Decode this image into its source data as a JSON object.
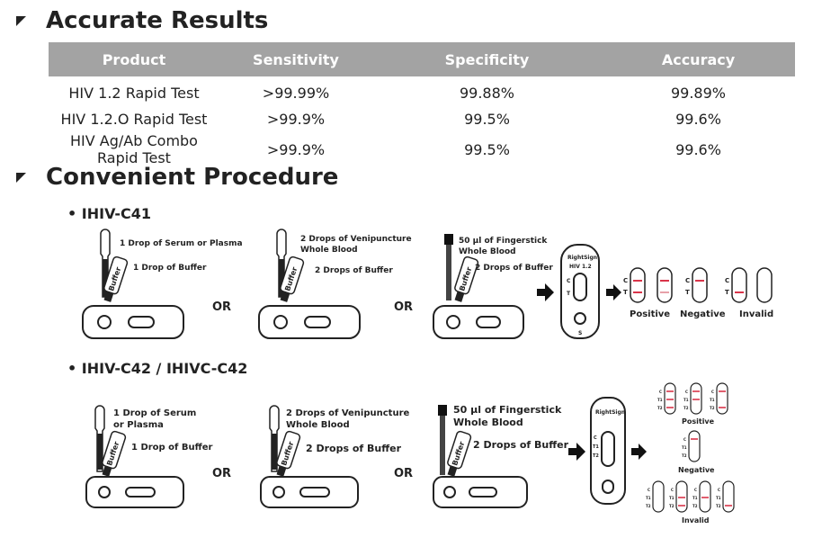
{
  "accurate": {
    "title": "Accurate Results",
    "headers": [
      "Product",
      "Sensitivity",
      "Specificity",
      "Accuracy"
    ],
    "rows": [
      [
        "HIV 1.2 Rapid Test",
        ">99.99%",
        "99.88%",
        "99.89%"
      ],
      [
        "HIV 1.2.O Rapid Test",
        ">99.9%",
        "99.5%",
        "99.6%"
      ],
      [
        "HIV Ag/Ab Combo Rapid Test",
        ">99.9%",
        "99.5%",
        "99.6%"
      ]
    ]
  },
  "procedure": {
    "title": "Convenient Procedure",
    "c41": {
      "heading": "• IHIV-C41",
      "step1_a": "1 Drop of Serum or Plasma",
      "step1_b": "1 Drop of Buffer",
      "or": "OR",
      "step2_a1": "2 Drops of Venipuncture",
      "step2_a2": "Whole Blood",
      "step2_b": "2 Drops of Buffer",
      "step3_a1": "50 µl of Fingerstick",
      "step3_a2": "Whole Blood",
      "step3_b": "2 Drops of Buffer",
      "buffer": "Buffer",
      "brand": "RightSign",
      "device_label": "HIV 1.2",
      "line_c": "C",
      "line_t": "T",
      "line_s": "S",
      "positive": "Positive",
      "negative": "Negative",
      "invalid": "Invalid"
    },
    "c42": {
      "heading": "• IHIV-C42 / IHIVC-C42",
      "step1_a1": "1 Drop of Serum",
      "step1_a2": "or Plasma",
      "step1_b": "1 Drop of Buffer",
      "or": "OR",
      "step2_a1": "2 Drops of Venipuncture",
      "step2_a2": "Whole Blood",
      "step2_b": "2 Drops of Buffer",
      "step3_a1": "50 µl of Fingerstick",
      "step3_a2": "Whole Blood",
      "step3_b": "2 Drops of Buffer",
      "buffer": "Buffer",
      "brand": "RightSign",
      "line_c": "C",
      "line_t1": "T1",
      "line_t2": "T2",
      "positive": "Positive",
      "negative": "Negative",
      "invalid": "Invalid"
    }
  }
}
